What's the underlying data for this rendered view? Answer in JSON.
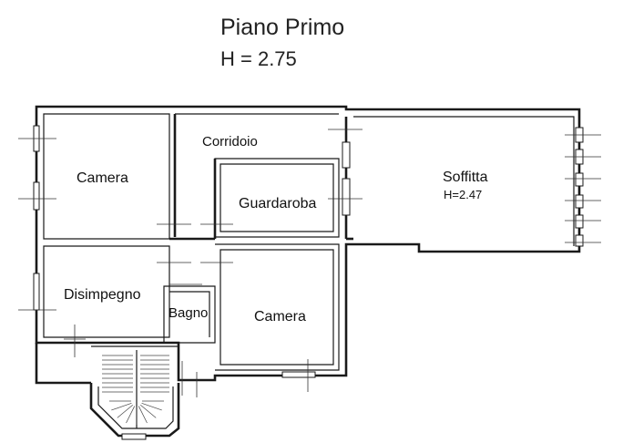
{
  "header": {
    "title": "Piano Primo",
    "height": "H = 2.75"
  },
  "rooms": {
    "camera_top": "Camera",
    "corridoio": "Corridoio",
    "guardaroba": "Guardaroba",
    "soffitta": "Soffitta",
    "soffitta_height": "H=2.47",
    "disimpegno": "Disimpegno",
    "bagno": "Bagno",
    "camera_bottom": "Camera"
  }
}
